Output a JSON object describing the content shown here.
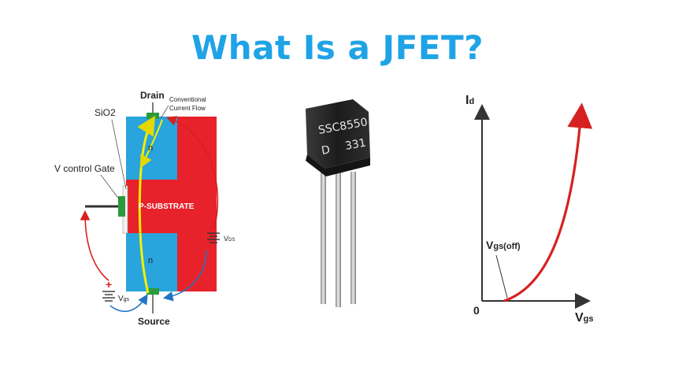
{
  "title": "What Is a JFET?",
  "structure": {
    "drain": "Drain",
    "conventional_line1": "Conventional",
    "conventional_line2": "Current Flow",
    "sio2": "SiO2",
    "gate": "V control Gate",
    "substrate": "P-SUBSTRATE",
    "n_top": "n",
    "n_bottom": "n",
    "vds_main": "V",
    "vds_sub": "DS",
    "vgs_main": "V",
    "vgs_sub": "gs",
    "source": "Source",
    "plus": "+",
    "minus": "-"
  },
  "transistor": {
    "line1": "SSC8550",
    "line2a": "D",
    "line2b": "331"
  },
  "curve": {
    "y_main": "I",
    "y_sub": "d",
    "x_main": "V",
    "x_sub": "gs",
    "origin": "0",
    "pinch_main": "V",
    "pinch_sub": "gs(off)"
  },
  "colors": {
    "title": "#1fa3e6",
    "n_region": "#29a4dc",
    "substrate": "#e8222a",
    "electrode": "#2b9a3c",
    "flow": "#f4f000",
    "arrow_red": "#d62121",
    "arrow_blue": "#2175c4"
  }
}
